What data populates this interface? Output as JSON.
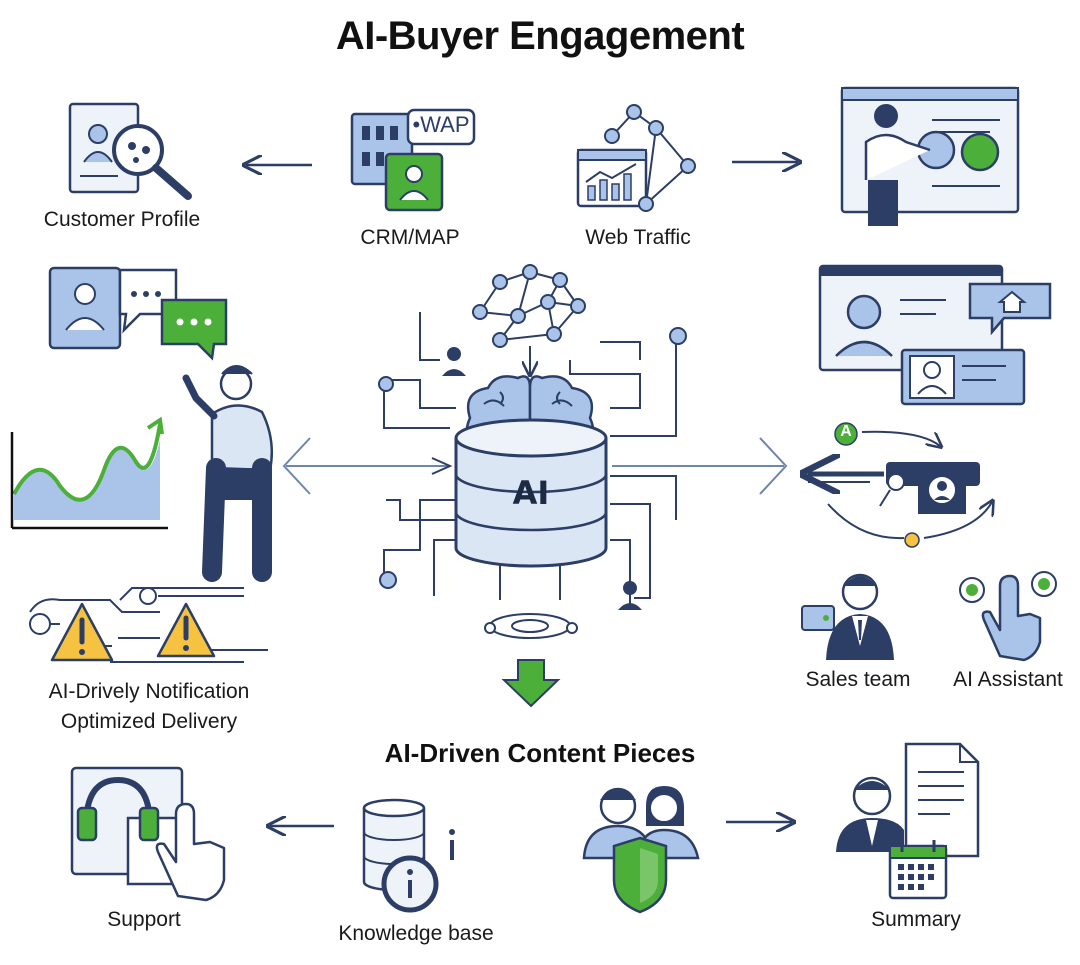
{
  "title": "AI-Buyer Engagement",
  "center": {
    "label": "AI"
  },
  "labels": {
    "customer_profile": "Customer Profile",
    "crm_map": "CRM/MAP",
    "wap_badge": "•WAP",
    "web_traffic": "Web Traffic",
    "notification_line1": "AI-Drively Notification",
    "notification_line2": "Optimized Delivery",
    "sales_team": "Sales team",
    "ai_assistant": "AI Assistant",
    "a_badge": "A",
    "content_pieces": "AI-Driven Content Pieces",
    "support": "Support",
    "knowledge_base": "Knowledge base",
    "summary": "Summary"
  },
  "colors": {
    "navy": "#2c3e66",
    "light_blue": "#a9c4e8",
    "pale_blue": "#dbe6f5",
    "green": "#4caf3a",
    "yellow": "#f5c242",
    "card_bg": "#eef3fa"
  },
  "icons": [
    "magnifier-profile-icon",
    "crm-contact-icon",
    "web-traffic-icon",
    "presenter-icon",
    "chat-profile-icon",
    "person-pointing-icon",
    "growth-chart-icon",
    "warning-network-icon",
    "ai-brain-database-icon",
    "profile-cards-icon",
    "handoff-cycle-icon",
    "sales-person-icon",
    "touch-hand-icon",
    "headset-touch-icon",
    "knowledge-database-icon",
    "shield-team-icon",
    "summary-document-icon",
    "calendar-icon",
    "download-arrow-icon"
  ]
}
